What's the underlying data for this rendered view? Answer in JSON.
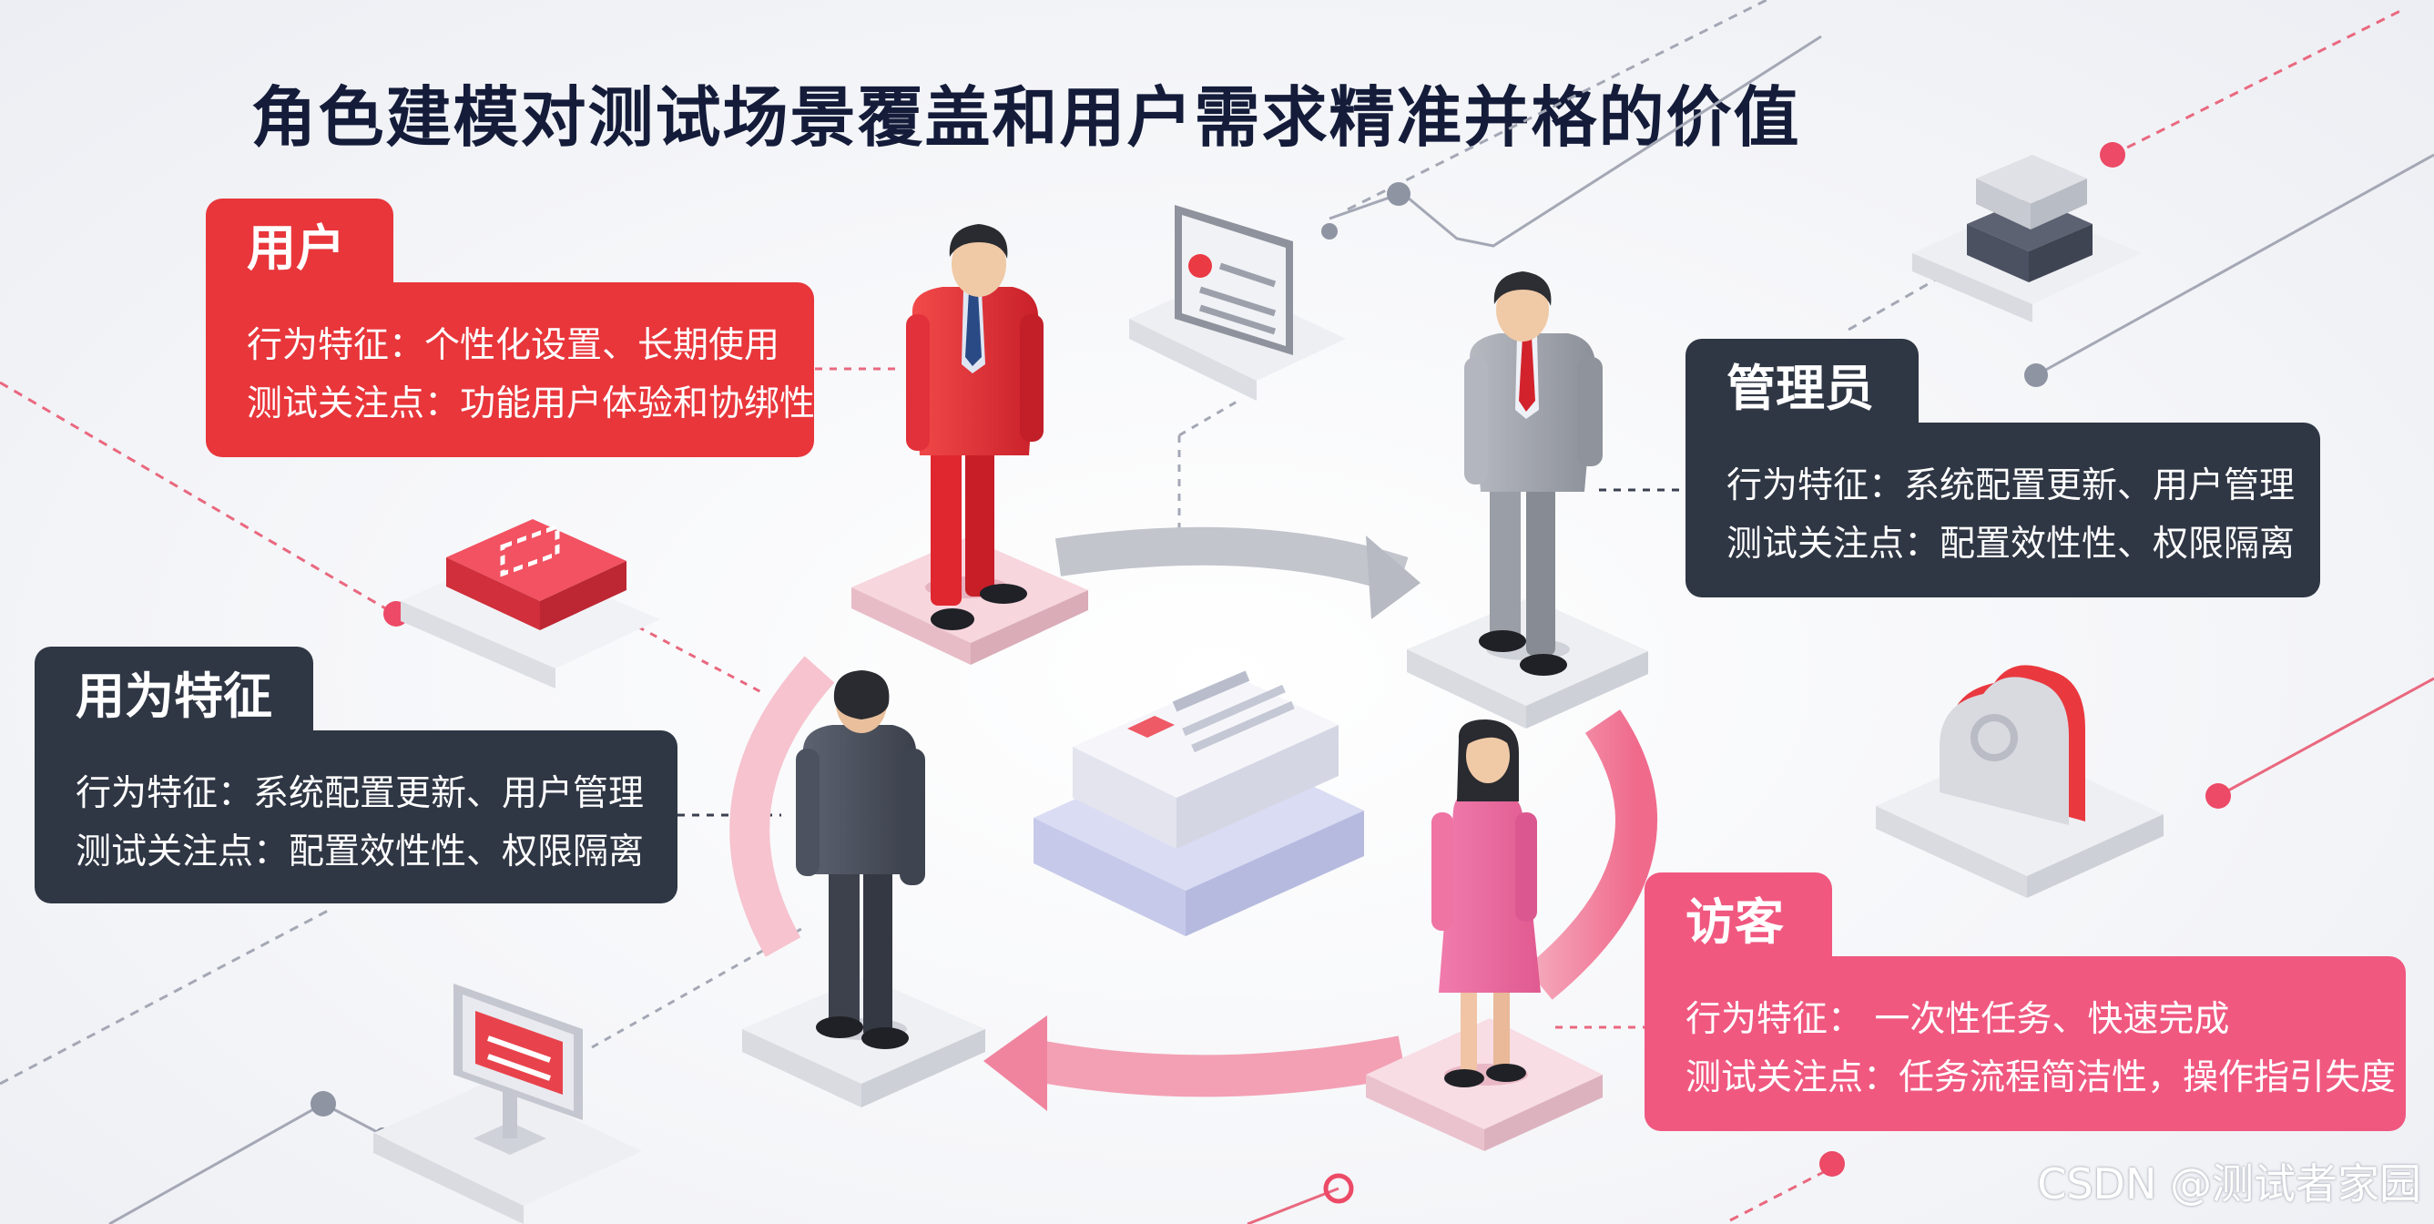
{
  "title": "角色建模对测试场景覆盖和用户需求精准并格的价值",
  "roles": {
    "user": {
      "name": "用户",
      "behavior": "行为特征：个性化设置、长期使用",
      "focus": "测试关注点：功能用户体验和协绑性"
    },
    "admin": {
      "name": "管理员",
      "behavior": "行为特征：系统配置更新、用户管理",
      "focus": "测试关注点：配置效性性、权限隔离"
    },
    "behavior": {
      "name": "用为特征",
      "behavior": "行为特征：系统配置更新、用户管理",
      "focus": "测试关注点：配置效性性、权限隔离"
    },
    "visitor": {
      "name": "访客",
      "behavior": "行为特征：  一次性任务、快速完成",
      "focus": "测试关注点：任务流程简洁性，操作指引失度"
    }
  },
  "colors": {
    "red": "#e8363b",
    "dark": "#2f3644",
    "pink": "#f05880",
    "title": "#141c3a"
  },
  "icons": [
    "document-card-icon",
    "server-stack-icon",
    "kanban-card-icon",
    "cloud-icon",
    "monitor-icon",
    "dashboard-card-icon"
  ],
  "watermark": "CSDN @测试者家园"
}
